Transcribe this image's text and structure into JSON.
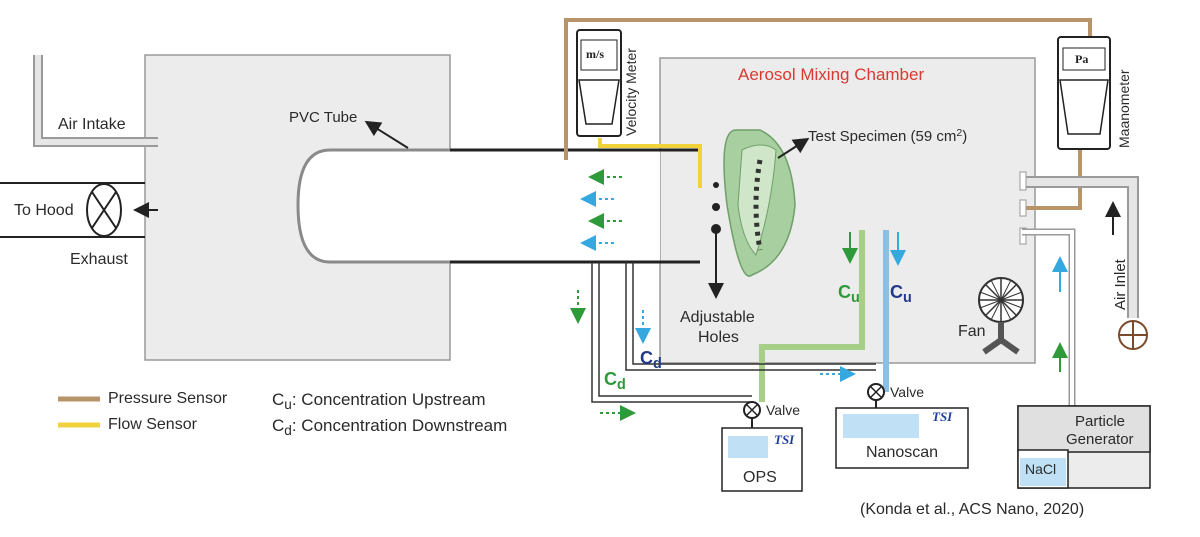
{
  "labels": {
    "air_intake": "Air Intake",
    "to_hood": "To Hood",
    "exhaust": "Exhaust",
    "pvc_tube": "PVC Tube",
    "velocity_meter": "Velocity Meter",
    "velocity_unit": "m/s",
    "chamber_title": "Aerosol Mixing Chamber",
    "test_specimen": "Test Specimen (59 cm",
    "test_specimen_sup": "2",
    "test_specimen_end": ")",
    "manometer": "Maanometer",
    "manometer_unit": "Pa",
    "adjustable_holes_1": "Adjustable",
    "adjustable_holes_2": "Holes",
    "fan": "Fan",
    "air_inlet": "Air Inlet",
    "c_letter": "C",
    "u_sub": "u",
    "d_sub": "d",
    "valve": "Valve",
    "tsi": "TSI",
    "ops": "OPS",
    "nanoscan": "Nanoscan",
    "particle_generator_1": "Particle",
    "particle_generator_2": "Generator",
    "nacl": "NaCl",
    "citation": "(Konda et al., ACS Nano, 2020)"
  },
  "legend": {
    "pressure_sensor": "Pressure Sensor",
    "flow_sensor": "Flow Sensor",
    "cu_text": ": Concentration Upstream",
    "cd_text": ": Concentration Downstream"
  },
  "colors": {
    "pressure_line": "#b8946a",
    "flow_line": "#f0d23a",
    "upstream_green": "#a8cf88",
    "upstream_blue": "#8cbfe3",
    "arrow_green": "#2e9a3a",
    "arrow_blue": "#36a8e0",
    "chamber_fill": "#ececec",
    "title_red": "#d83a32"
  }
}
